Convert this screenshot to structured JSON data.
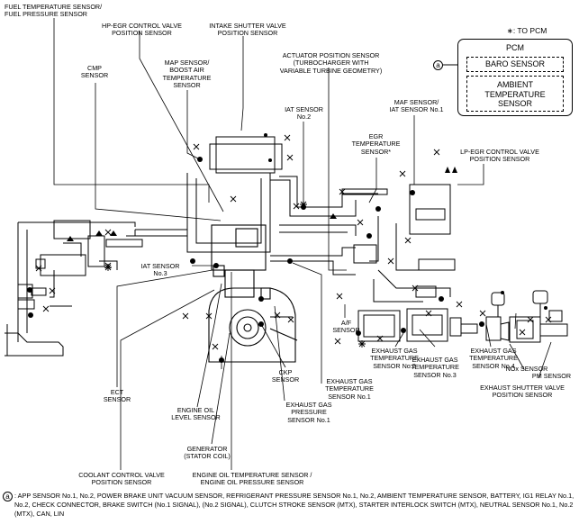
{
  "legend": {
    "asterisk_note": "∗: TO PCM",
    "circle_marker": "a"
  },
  "pcm": {
    "title": "PCM",
    "items": [
      "BARO SENSOR",
      "AMBIENT\nTEMPERATURE\nSENSOR"
    ]
  },
  "labels": {
    "fuel_temp": "FUEL TEMPERATURE SENSOR/\nFUEL PRESSURE SENSOR",
    "hp_egr": "HP-EGR CONTROL VALVE\nPOSITION SENSOR",
    "intake_shutter": "INTAKE SHUTTER VALVE\nPOSITION SENSOR",
    "actuator": "ACTUATOR POSITION SENSOR\n(TURBOCHARGER WITH\nVARIABLE TURBINE GEOMETRY)",
    "cmp": "CMP\nSENSOR",
    "map": "MAP SENSOR/\nBOOST AIR\nTEMPERATURE\nSENSOR",
    "iat2": "IAT SENSOR\nNo.2",
    "maf": "MAF SENSOR/\nIAT SENSOR No.1",
    "egr_temp": "EGR\nTEMPERATURE\nSENSOR*",
    "lp_egr": "LP-EGR CONTROL VALVE\nPOSITION SENSOR",
    "iat3": "IAT SENSOR\nNo.3",
    "af": "A/F\nSENSOR",
    "egts2": "EXHAUST GAS\nTEMPERATURE\nSENSOR No.2",
    "egts3": "EXHAUST GAS\nTEMPERATURE\nSENSOR No.3",
    "egts4": "EXHAUST GAS\nTEMPERATURE\nSENSOR No.4",
    "pm": "PM SENSOR",
    "nox": "NOx SENSOR",
    "exh_shutter": "EXHAUST SHUTTER VALVE\nPOSITION SENSOR",
    "ect": "ECT\nSENSOR",
    "oil_level": "ENGINE OIL\nLEVEL SENSOR",
    "ckp": "CKP\nSENSOR",
    "egts1": "EXHAUST GAS\nTEMPERATURE\nSENSOR No.1",
    "egp1": "EXHAUST GAS\nPRESSURE\nSENSOR No.1",
    "generator": "GENERATOR\n(STATOR COIL)",
    "coolant_valve": "COOLANT CONTROL VALVE\nPOSITION SENSOR",
    "oil_temp": "ENGINE OIL TEMPERATURE SENSOR /\nENGINE OIL PRESSURE SENSOR"
  },
  "footnote": {
    "marker": "a",
    "text": ": APP SENSOR No.1, No.2, POWER BRAKE UNIT VACUUM SENSOR, REFRIGERANT PRESSURE SENSOR No.1, No.2, AMBIENT TEMPERATURE SENSOR, BATTERY, IG1 RELAY No.1, No.2, CHECK CONNECTOR, BRAKE SWITCH (No.1 SIGNAL), (No.2 SIGNAL), CLUTCH STROKE SENSOR (MTX), STARTER INTERLOCK SWITCH (MTX), NEUTRAL SENSOR No.1, No.2 (MTX), CAN, LIN"
  }
}
